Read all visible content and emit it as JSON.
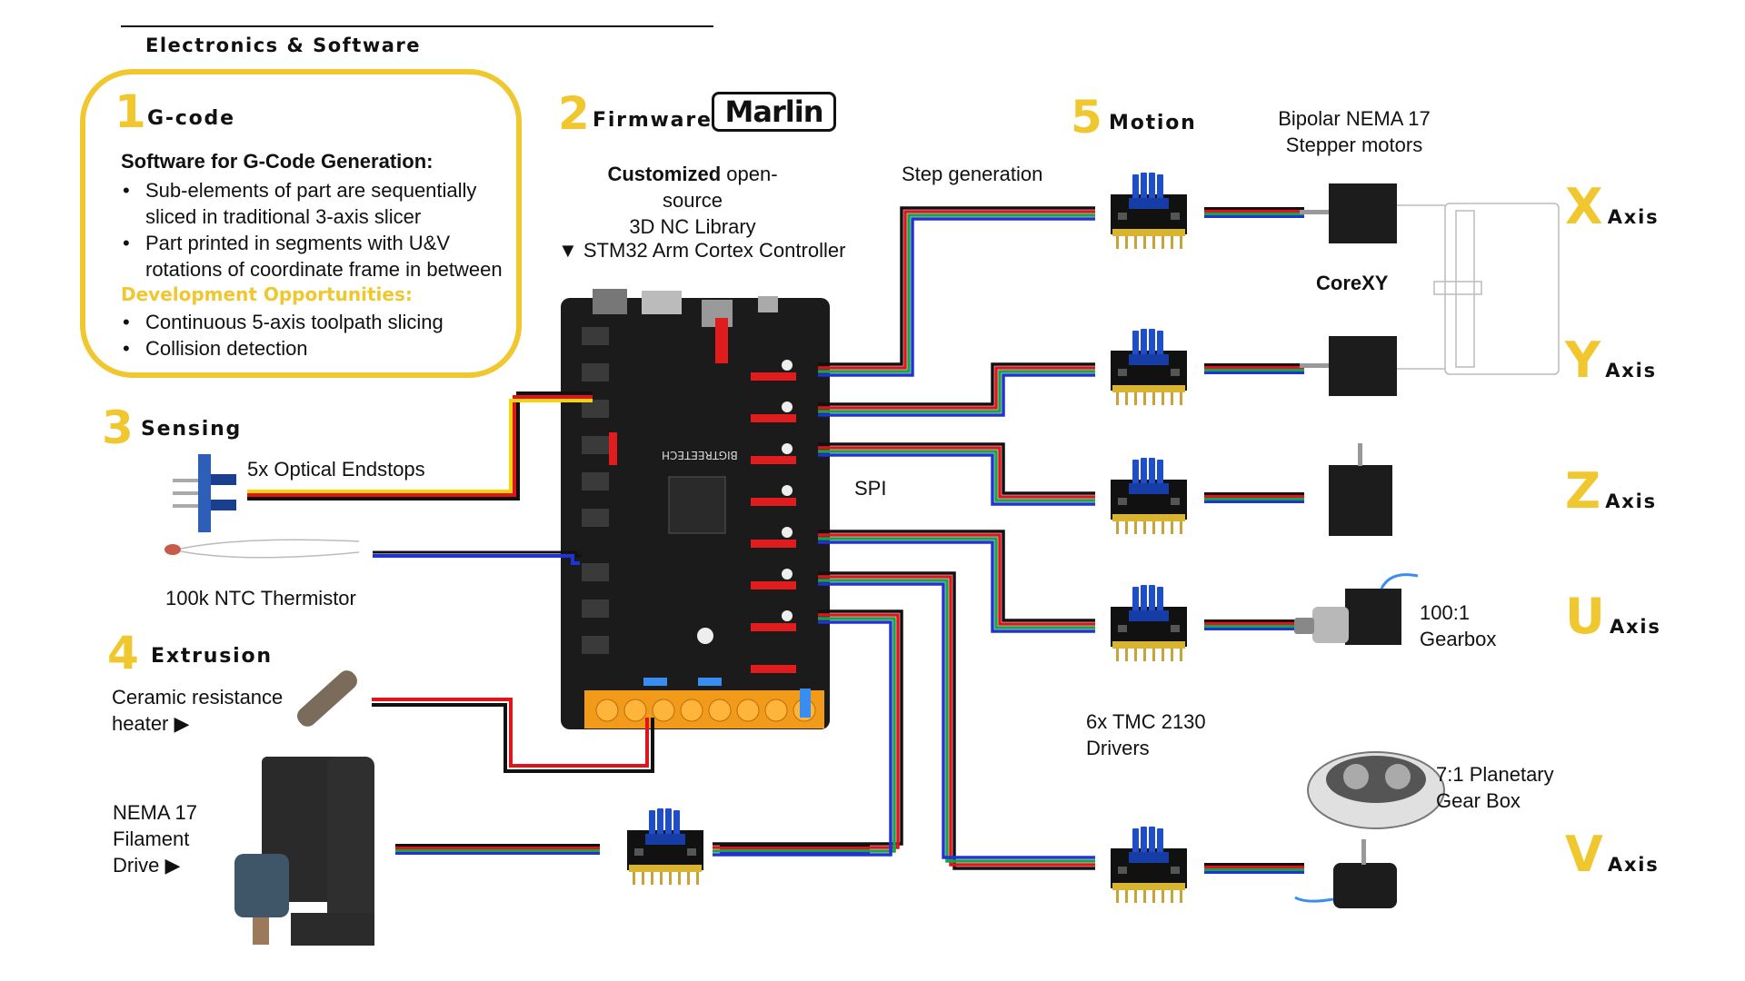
{
  "header": {
    "title": "Electronics & Software"
  },
  "sections": {
    "gcode": {
      "number": "1",
      "title": "G-code",
      "software_heading": "Software for G-Code Generation:",
      "software_items": [
        "Sub-elements of part are sequentially sliced in traditional 3-axis slicer",
        "Part printed in segments with U&V rotations of coordinate frame in between"
      ],
      "dev_heading": "Development Opportunities:",
      "dev_items": [
        "Continuous 5-axis toolpath slicing",
        "Collision detection"
      ]
    },
    "firmware": {
      "number": "2",
      "title": "Firmware",
      "logo": "Marlin",
      "desc_bold": "Customized",
      "desc_rest": " open-source",
      "desc_line2": "3D NC Library",
      "controller": "▼ STM32 Arm Cortex Controller",
      "board_label": "BIGTREETECH"
    },
    "sensing": {
      "number": "3",
      "title": "Sensing",
      "endstops": "5x Optical Endstops",
      "thermistor": "100k NTC Thermistor"
    },
    "extrusion": {
      "number": "4",
      "title": "Extrusion",
      "heater_line1": "Ceramic resistance",
      "heater_line2": "heater ▶",
      "drive_line1": "NEMA 17",
      "drive_line2": "Filament",
      "drive_line3": "Drive ▶"
    },
    "motion": {
      "number": "5",
      "title": "Motion",
      "step_generation": "Step generation",
      "spi": "SPI",
      "drivers_line1": "6x TMC 2130",
      "drivers_line2": "Drivers",
      "motors_line1": "Bipolar NEMA 17",
      "motors_line2": "Stepper motors",
      "corexy": "CoreXY",
      "gearbox_line1": "100:1",
      "gearbox_line2": "Gearbox",
      "planetary_line1": "7:1 Planetary",
      "planetary_line2": "Gear Box"
    }
  },
  "axes": [
    {
      "letter": "X",
      "word": "Axis"
    },
    {
      "letter": "Y",
      "word": "Axis"
    },
    {
      "letter": "Z",
      "word": "Axis"
    },
    {
      "letter": "U",
      "word": "Axis"
    },
    {
      "letter": "V",
      "word": "Axis"
    }
  ],
  "colors": {
    "accent_yellow": "#f1c72f",
    "wire_black": "#111111",
    "wire_red": "#e0151b",
    "wire_green": "#1aa34a",
    "wire_blue": "#2233d4",
    "wire_yellow": "#f2d40f",
    "board_black": "#1b1b1b",
    "driver_blue": "#1f4fc8",
    "driver_pcb": "#111111"
  }
}
